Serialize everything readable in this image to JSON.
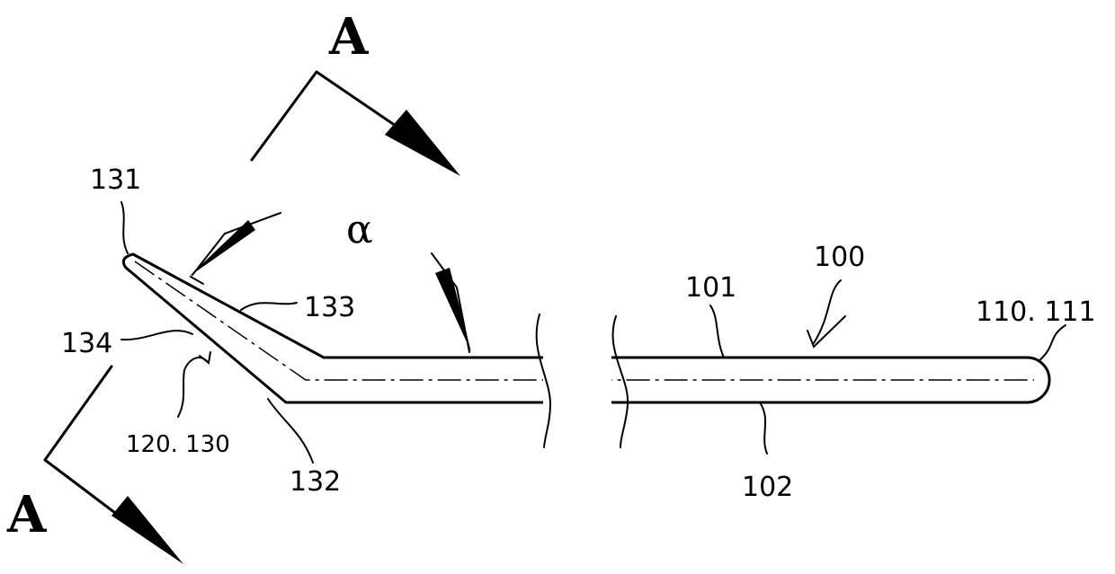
{
  "section_marks": {
    "top": "A",
    "bottom": "A"
  },
  "angle_symbol": "α",
  "labels": {
    "l131": "131",
    "l133": "133",
    "l134": "134",
    "l120_130": "120. 130",
    "l132": "132",
    "l101": "101",
    "l100": "100",
    "l110_111": "110. 111",
    "l102": "102"
  }
}
